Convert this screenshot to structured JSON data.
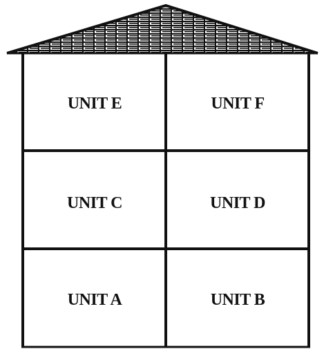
{
  "diagram": {
    "units": {
      "e": "UNIT E",
      "f": "UNIT F",
      "c": "UNIT C",
      "d": "UNIT D",
      "a": "UNIT A",
      "b": "UNIT B"
    },
    "floors": 3,
    "units_per_floor": 2,
    "roof_style": "shingled"
  }
}
